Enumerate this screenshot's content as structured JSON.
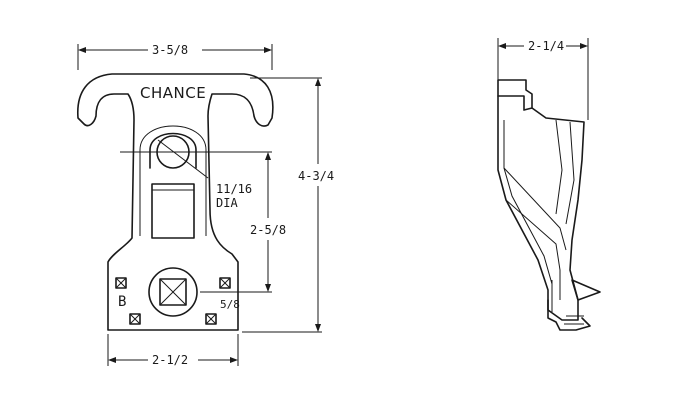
{
  "front_view": {
    "brand": "CHANCE",
    "dim_top_width": "3-5/8",
    "dim_height": "4-3/4",
    "dim_hole_spacing": "2-5/8",
    "dim_base_width": "2-1/2",
    "hole_dia_value": "11/16",
    "hole_dia_unit": "DIA",
    "mark_left": "B",
    "mark_right": "5/8"
  },
  "side_view": {
    "dim_width": "2-1/4"
  }
}
